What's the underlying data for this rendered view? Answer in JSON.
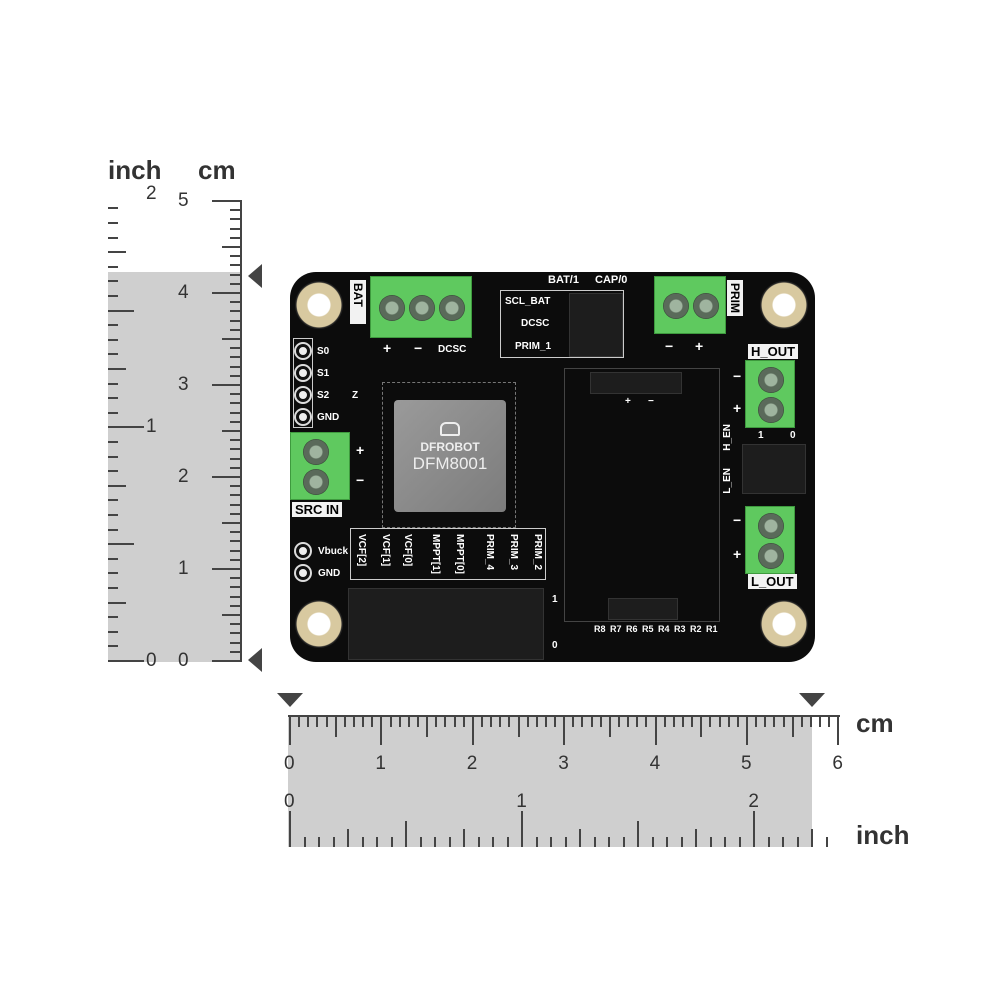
{
  "left_ruler": {
    "unit_inch": "inch",
    "unit_cm": "cm",
    "inch_labels": [
      "0",
      "1",
      "2"
    ],
    "cm_labels": [
      "0",
      "1",
      "2",
      "3",
      "4",
      "5"
    ]
  },
  "bottom_ruler": {
    "unit_cm": "cm",
    "unit_inch": "inch",
    "cm_labels": [
      "0",
      "1",
      "2",
      "3",
      "4",
      "5",
      "6"
    ],
    "inch_labels": [
      "0",
      "1",
      "2"
    ]
  },
  "board": {
    "brand": "DFROBOT",
    "chip": "DFM8001",
    "bat": "BAT",
    "prim": "PRIM",
    "src_in": "SRC IN",
    "h_out": "H_OUT",
    "l_out": "L_OUT",
    "bat_pins": [
      "+",
      "−",
      "DCSC"
    ],
    "prim_pins": [
      "−",
      "+"
    ],
    "bat1": "BAT/1",
    "cap0": "CAP/0",
    "jumper_table": [
      "SCL_BAT",
      "DCSC",
      "PRIM_1"
    ],
    "left_pins": [
      "S0",
      "S1",
      "S2",
      "GND"
    ],
    "vbuck_pins": [
      "Vbuck",
      "GND"
    ],
    "z": "Z",
    "config_labels": [
      "VCF[2]",
      "VCF[1]",
      "VCF[0]",
      "MPPT[1]",
      "MPPT[0]",
      "PRIM_4",
      "PRIM_3",
      "PRIM_2"
    ],
    "resistors": [
      "R8",
      "R7",
      "R6",
      "R5",
      "R4",
      "R3",
      "R2",
      "R1"
    ],
    "en_labels": [
      "H_EN",
      "L_EN"
    ],
    "one": "1",
    "zero": "0",
    "plus": "+",
    "minus": "−"
  }
}
